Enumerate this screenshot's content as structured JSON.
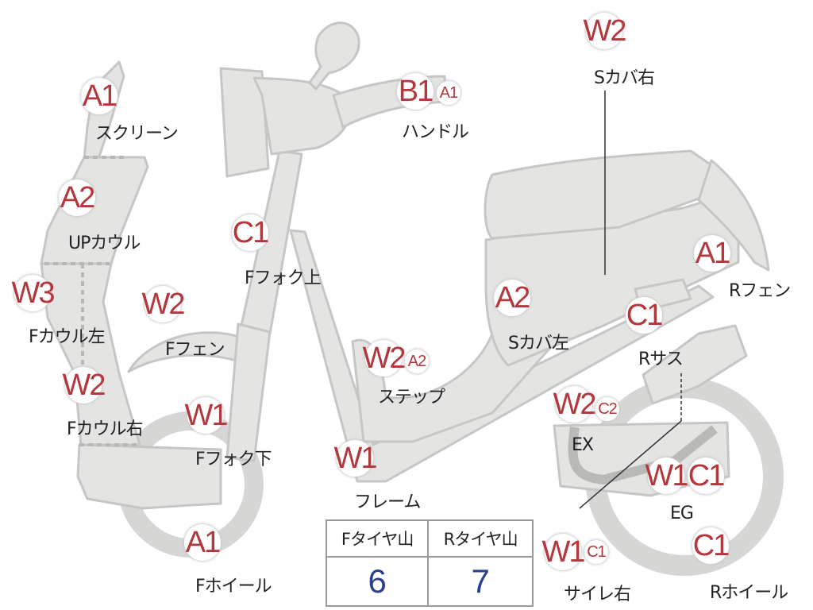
{
  "labels": {
    "screen": {
      "part": "スクリーン",
      "grades": [
        "A1"
      ]
    },
    "upper_cowl": {
      "part": "UPカウル",
      "grades": [
        "A2"
      ]
    },
    "f_cowl_left": {
      "part": "Fカウル左",
      "grades": [
        "W3"
      ]
    },
    "f_cowl_right": {
      "part": "Fカウル右",
      "grades": [
        "W2"
      ]
    },
    "f_fender": {
      "part": "Fフェン",
      "grades": [
        "W2"
      ]
    },
    "f_fork_upper": {
      "part": "Fフォク上",
      "grades": [
        "C1"
      ]
    },
    "f_fork_lower": {
      "part": "Fフォク下",
      "grades": [
        "W1"
      ]
    },
    "f_wheel": {
      "part": "Fホイール",
      "grades": [
        "A1"
      ]
    },
    "handle": {
      "part": "ハンドル",
      "grades": [
        "B1",
        "A1"
      ]
    },
    "step": {
      "part": "ステップ",
      "grades": [
        "W2",
        "A2"
      ]
    },
    "frame": {
      "part": "フレーム",
      "grades": [
        "W1"
      ]
    },
    "s_cover_right": {
      "part": "Sカバ右",
      "grades": [
        "W2"
      ]
    },
    "s_cover_left": {
      "part": "Sカバ左",
      "grades": [
        "A2"
      ]
    },
    "r_fender": {
      "part": "Rフェン",
      "grades": [
        "A1"
      ]
    },
    "r_suspension": {
      "part": "Rサス",
      "grades": [
        "C1"
      ]
    },
    "exhaust": {
      "part": "EX",
      "grades": [
        "W2",
        "C2"
      ]
    },
    "engine": {
      "part": "EG",
      "grades": [
        "W1",
        "C1"
      ]
    },
    "muffler_right": {
      "part": "サイレ右",
      "grades": [
        "W1",
        "C1"
      ]
    },
    "r_wheel": {
      "part": "Rホイール",
      "grades": [
        "C1"
      ]
    }
  },
  "tread": {
    "front_header": "Fタイヤ山",
    "rear_header": "Rタイヤ山",
    "front_value": "6",
    "rear_value": "7"
  },
  "colors": {
    "body_fill": "#e4e4e2",
    "body_stroke": "#c6c6c4",
    "grade_text": "#b3373d",
    "tread_value": "#2a3f8f"
  }
}
